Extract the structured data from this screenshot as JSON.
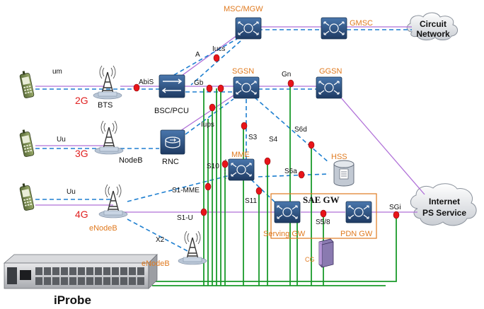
{
  "nodes": {
    "msc_mgw": "MSC/MGW",
    "gmsc": "GMSC",
    "sgsn": "SGSN",
    "ggsn": "GGSN",
    "bsc_pcu": "BSC/PCU",
    "bts": "BTS",
    "nodeb": "NodeB",
    "rnc": "RNC",
    "mme": "MME",
    "hss": "HSS",
    "enodeb_1": "eNodeB",
    "enodeb_2": "eNodeB",
    "serving_gw": "Serving GW",
    "pdn_gw": "PDN GW",
    "sae_gw": "SAE GW",
    "cg": "CG",
    "iprobe": "iProbe"
  },
  "clouds": {
    "circuit_line1": "Circuit",
    "circuit_line2": "Network",
    "internet_line1": "Internet",
    "internet_line2": "PS Service"
  },
  "generations": {
    "g2": "2G",
    "g3": "3G",
    "g4": "4G"
  },
  "interfaces": {
    "um": "um",
    "uu_3g": "Uu",
    "uu_4g": "Uu",
    "abis": "AbiS",
    "a": "A",
    "iucs": "Iucs",
    "gb": "Gb",
    "iups": "Iups",
    "gn": "Gn",
    "s3": "S3",
    "s4": "S4",
    "s6d": "S6d",
    "s6a": "S6a",
    "s10": "S10",
    "s1_mme": "S1-MME",
    "s1_u": "S1-U",
    "s11": "S11",
    "s5_8": "S5/8",
    "x2": "X2",
    "sgi": "SGi"
  },
  "colors": {
    "node_label": "#e07a1f",
    "generation_label": "#e02020",
    "probe_point": "#e8141a",
    "probe_link": "#1a9a2a",
    "control_dashed": "#1e7fd0",
    "user_plane": "#b070d8",
    "node_box": "#2d4f7c",
    "sae_box": "#e07a1f"
  },
  "icons": {
    "phone": "mobile-phone-icon",
    "tower": "radio-tower-icon",
    "router": "router-icon",
    "switch": "switch-icon",
    "database": "database-icon",
    "server": "server-icon",
    "cloud": "cloud-icon",
    "rack": "rack-probe-icon"
  }
}
